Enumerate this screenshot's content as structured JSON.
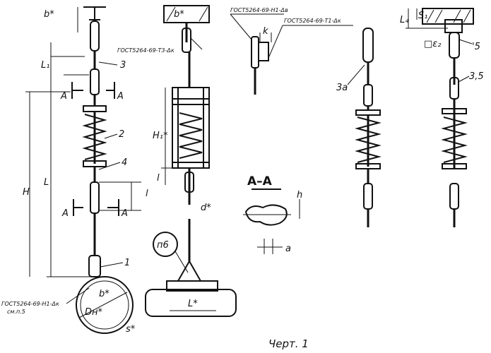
{
  "labels": {
    "b_star": "b*",
    "gost_tz": "ГОСТ5264-69-Т3-Δк",
    "gost_h1": "ГОСТ5264-69-Н1-Δв",
    "gost_t1": "ГОСТ5264-69-Т1-Δк",
    "gost_bottom": "ГОСТ5264-69-Н1-Δк",
    "see_p": "см.п.5",
    "L1": "L₁",
    "L": "L",
    "H": "H",
    "H1": "H₁*",
    "l": "l",
    "d_star": "d*",
    "k": "k",
    "L4": "L₄",
    "S1": "S₁",
    "e2": "□ε₂",
    "D_star": "Dн*",
    "s_star": "s*",
    "L_star": "L*",
    "h": "h",
    "a": "a",
    "A": "A",
    "n1": "1",
    "n2": "2",
    "n3": "3",
    "n3a": "3а",
    "n4": "4",
    "n5": "'5",
    "n35": "3,5",
    "section": "А–А",
    "p6": "п6",
    "caption": "Черт. 1"
  }
}
